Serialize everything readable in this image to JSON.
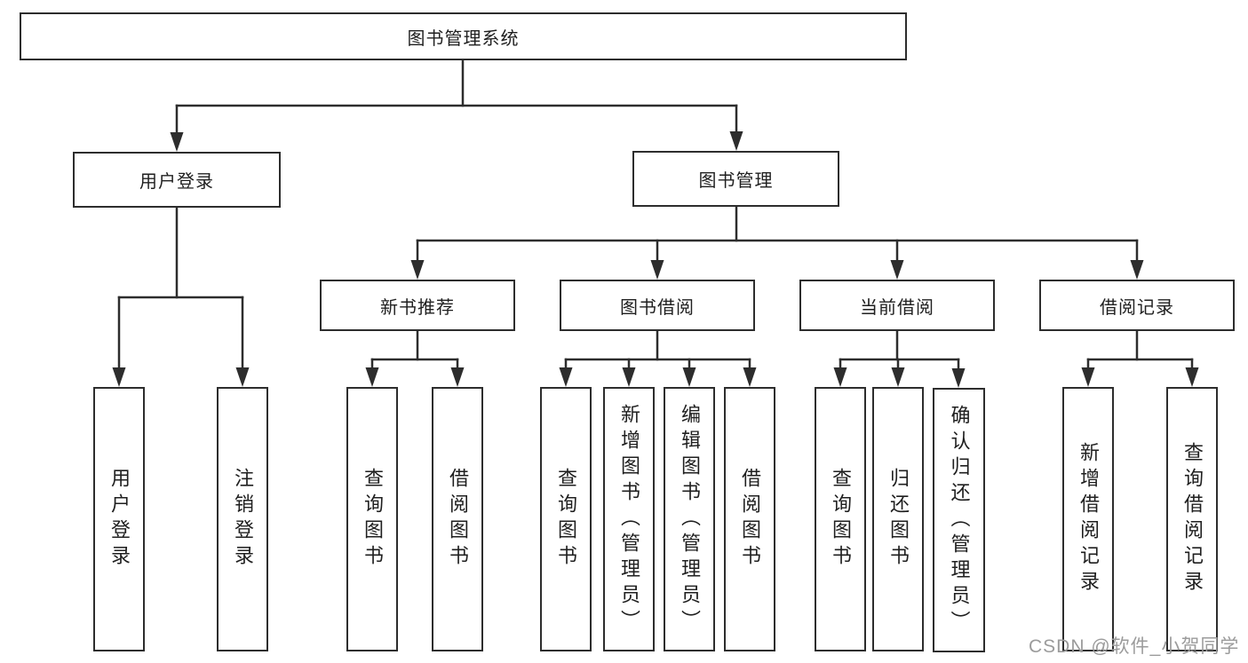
{
  "title": "图书管理系统",
  "watermark": "CSDN @软件_小贺同学",
  "branches": {
    "user_login": {
      "label": "用户登录",
      "children": [
        "用户登录",
        "注销登录"
      ]
    },
    "book_management": {
      "label": "图书管理",
      "groups": [
        {
          "label": "新书推荐",
          "children": [
            "查询图书",
            "借阅图书"
          ]
        },
        {
          "label": "图书借阅",
          "children": [
            "查询图书",
            "新增图书（管理员）",
            "编辑图书（管理员）",
            "借阅图书"
          ]
        },
        {
          "label": "当前借阅",
          "children": [
            "查询图书",
            "归还图书",
            "确认归还（管理员）"
          ]
        },
        {
          "label": "借阅记录",
          "children": [
            "新增借阅记录",
            "查询借阅记录"
          ]
        }
      ]
    }
  }
}
